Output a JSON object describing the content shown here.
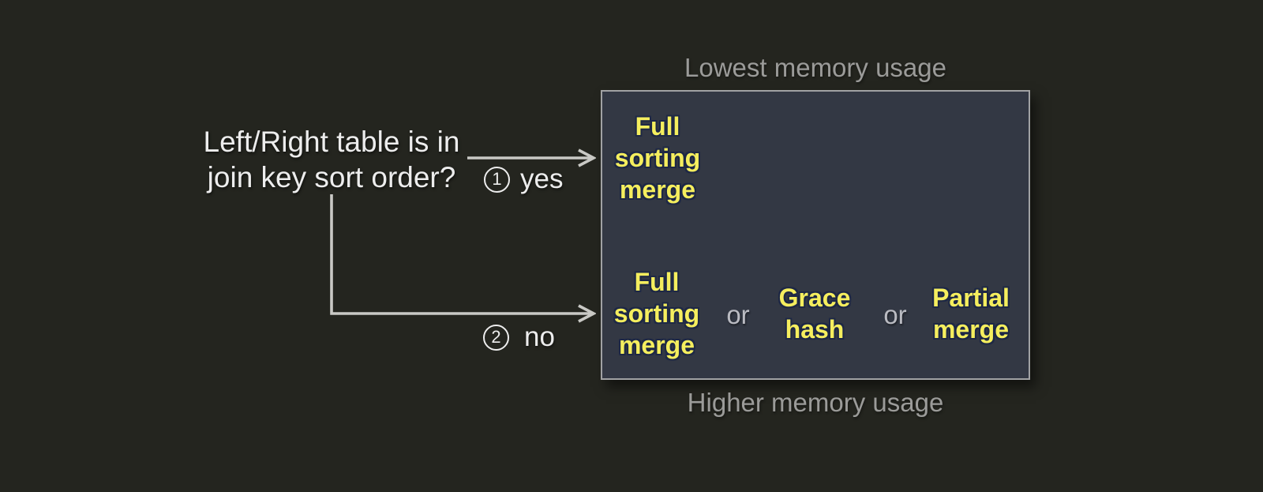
{
  "colors": {
    "canvas_bg": "#24251f",
    "box_fill": "#333844",
    "box_border": "#a1a2a4",
    "option_yellow": "#f5ee5e",
    "option_outline": "#1e2845",
    "line_gray": "#c9c9c5",
    "label_gray": "#9b9b99",
    "or_gray": "#babbc2",
    "text_white": "#ededed"
  },
  "question": {
    "line1": "Left/Right table is in",
    "line2": "join key sort order?"
  },
  "branch_yes": {
    "number": "1",
    "label": "yes"
  },
  "branch_no": {
    "number": "2",
    "label": "no"
  },
  "memory_scale": {
    "top": "Lowest memory usage",
    "bottom": "Higher memory usage"
  },
  "options": {
    "sorted_case": "Full\nsorting\nmerge",
    "unsorted_case": [
      "Full\nsorting\nmerge",
      "Grace\nhash",
      "Partial\nmerge"
    ],
    "separator": "or"
  }
}
